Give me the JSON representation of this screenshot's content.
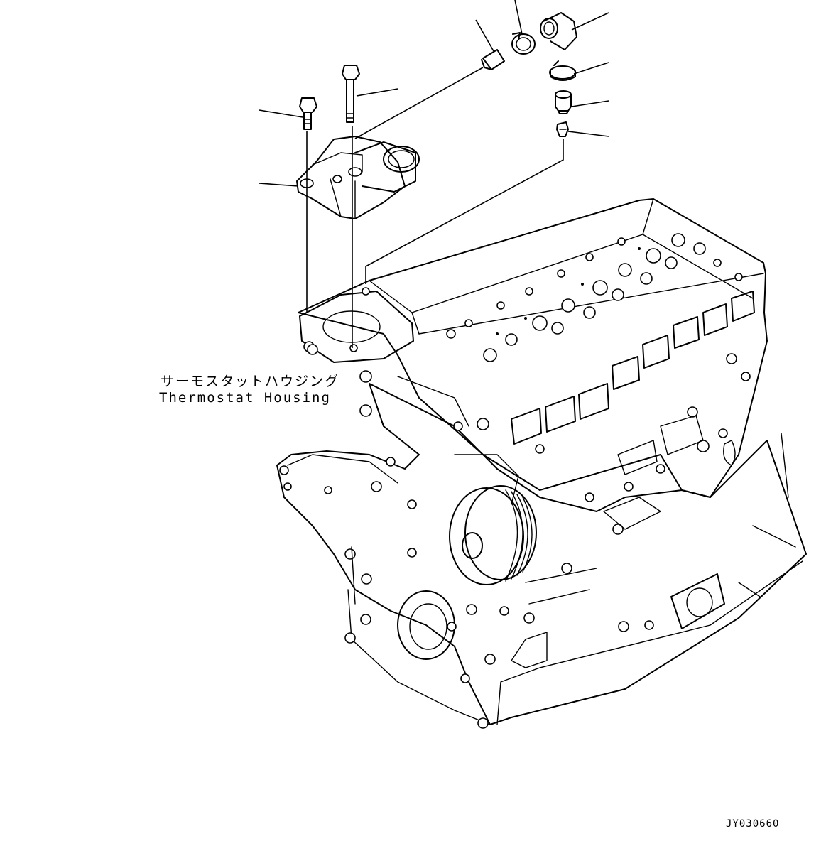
{
  "callout": {
    "japanese": "サーモスタットハウジング",
    "english": "Thermostat Housing"
  },
  "drawing_number": "JY030660"
}
